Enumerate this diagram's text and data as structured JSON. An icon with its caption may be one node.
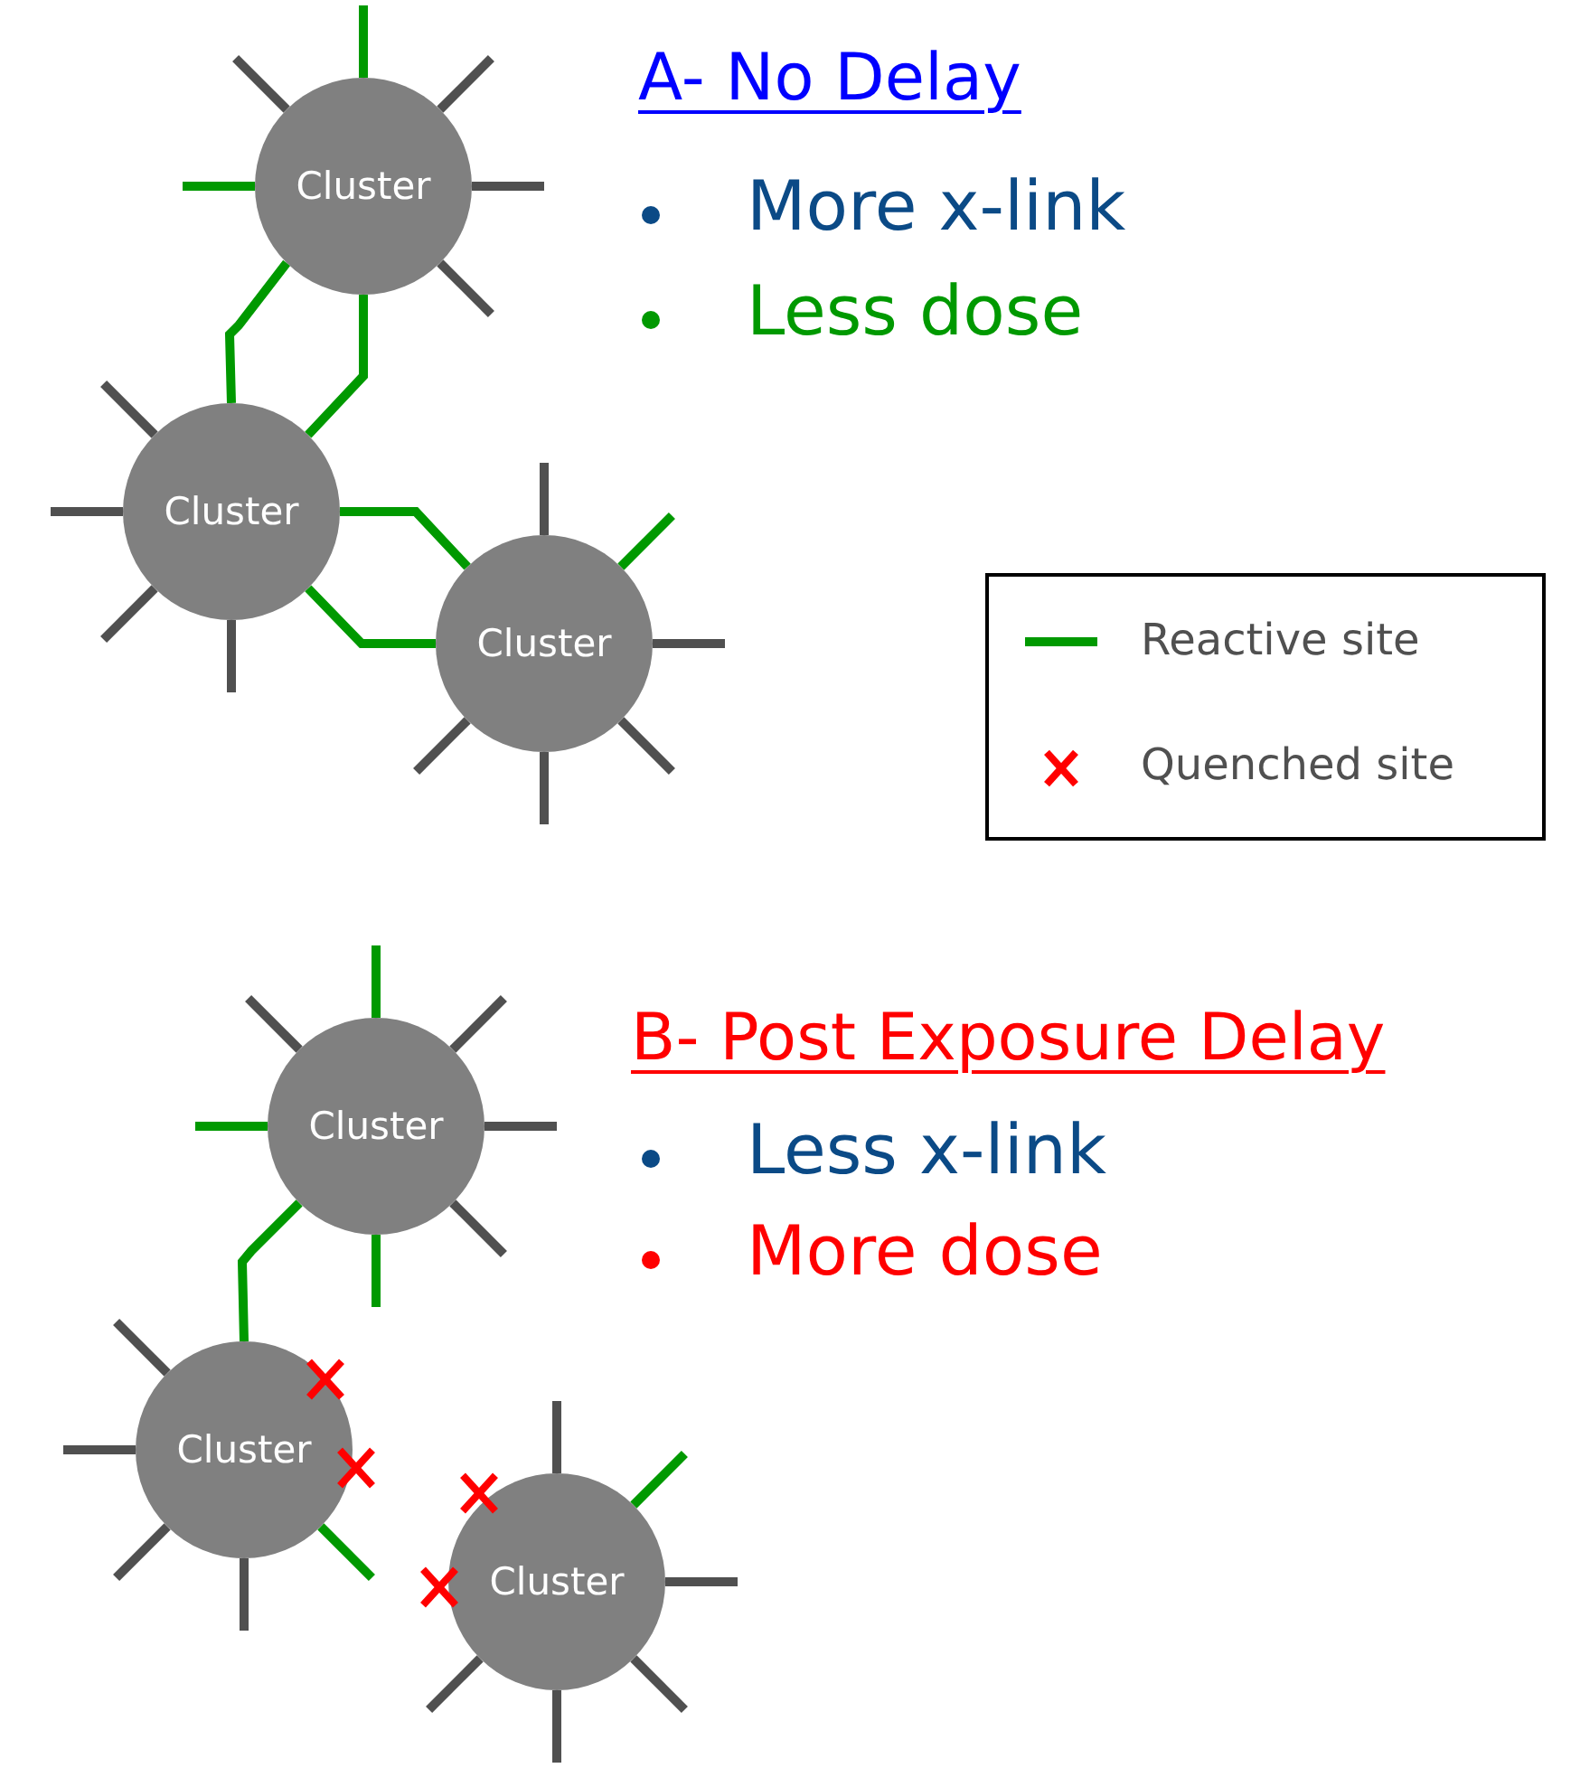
{
  "diagram": {
    "nodes": [
      {
        "text": [
          "Cluster"
        ]
      },
      {
        "text": [
          "Cluster"
        ]
      },
      {
        "text": [
          "Cluster"
        ]
      },
      {
        "text": [
          "Cluster"
        ]
      },
      {
        "text": [
          "Cluster"
        ]
      },
      {
        "text": [
          "Cluster"
        ]
      }
    ],
    "edges": [
      {
        "from": 0,
        "to": 1,
        "arrow": "none"
      },
      {
        "from": 0,
        "to": 1,
        "arrow": "none"
      },
      {
        "from": 1,
        "to": 2,
        "arrow": "none"
      },
      {
        "from": 1,
        "to": 2,
        "arrow": "none"
      },
      {
        "from": 3,
        "to": 4,
        "arrow": "none"
      }
    ],
    "labels": [
      "A- No Delay",
      "More x-link",
      "Less dose",
      "B- Post Exposure Delay",
      "Less x-link",
      "More dose"
    ],
    "legend": [
      {
        "text": "Reactive site"
      },
      {
        "text": "Quenched site"
      }
    ]
  }
}
